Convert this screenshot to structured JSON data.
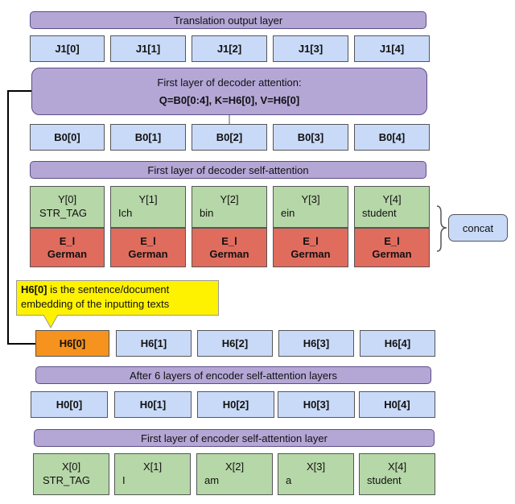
{
  "output_layer": {
    "title": "Translation output layer",
    "cells": [
      "J1[0]",
      "J1[1]",
      "J1[2]",
      "J1[3]",
      "J1[4]"
    ]
  },
  "decoder_attention": {
    "title": "First layer of decoder attention:",
    "formula": "Q=B0[0:4], K=H6[0], V=H6[0]"
  },
  "decoder_b0": {
    "cells": [
      "B0[0]",
      "B0[1]",
      "B0[2]",
      "B0[3]",
      "B0[4]"
    ]
  },
  "decoder_self_attention": {
    "title": "First layer of decoder self-attention",
    "tokens": [
      {
        "var": "Y[0]",
        "word": "STR_TAG"
      },
      {
        "var": "Y[1]",
        "word": "Ich"
      },
      {
        "var": "Y[2]",
        "word": "bin"
      },
      {
        "var": "Y[3]",
        "word": "ein"
      },
      {
        "var": "Y[4]",
        "word": "student"
      }
    ],
    "embeddings": [
      {
        "top": "E_l",
        "bottom": "German"
      },
      {
        "top": "E_l",
        "bottom": "German"
      },
      {
        "top": "E_l",
        "bottom": "German"
      },
      {
        "top": "E_l",
        "bottom": "German"
      },
      {
        "top": "E_l",
        "bottom": "German"
      }
    ]
  },
  "concat_label": "concat",
  "note": {
    "highlight": "H6[0]",
    "text_rest": " is the sentence/document",
    "line2": "embedding of the inputting texts"
  },
  "encoder_h6": {
    "cells": [
      "H6[0]",
      "H6[1]",
      "H6[2]",
      "H6[3]",
      "H6[4]"
    ]
  },
  "encoder_stack": {
    "title": "After 6 layers of encoder self-attention layers"
  },
  "encoder_h0": {
    "cells": [
      "H0[0]",
      "H0[1]",
      "H0[2]",
      "H0[3]",
      "H0[4]"
    ]
  },
  "encoder_self_attention": {
    "title": "First layer of encoder self-attention layer",
    "tokens": [
      {
        "var": "X[0]",
        "word": "STR_TAG"
      },
      {
        "var": "X[1]",
        "word": "I"
      },
      {
        "var": "X[2]",
        "word": "am"
      },
      {
        "var": "X[3]",
        "word": "a"
      },
      {
        "var": "X[4]",
        "word": "student"
      }
    ]
  },
  "colors": {
    "layer_purple": "#b4a7d6",
    "cell_blue": "#c9daf8",
    "token_green": "#b6d7a8",
    "embedding_red": "#e06c5e",
    "highlight_orange": "#f6931e",
    "note_yellow": "#fff200"
  }
}
